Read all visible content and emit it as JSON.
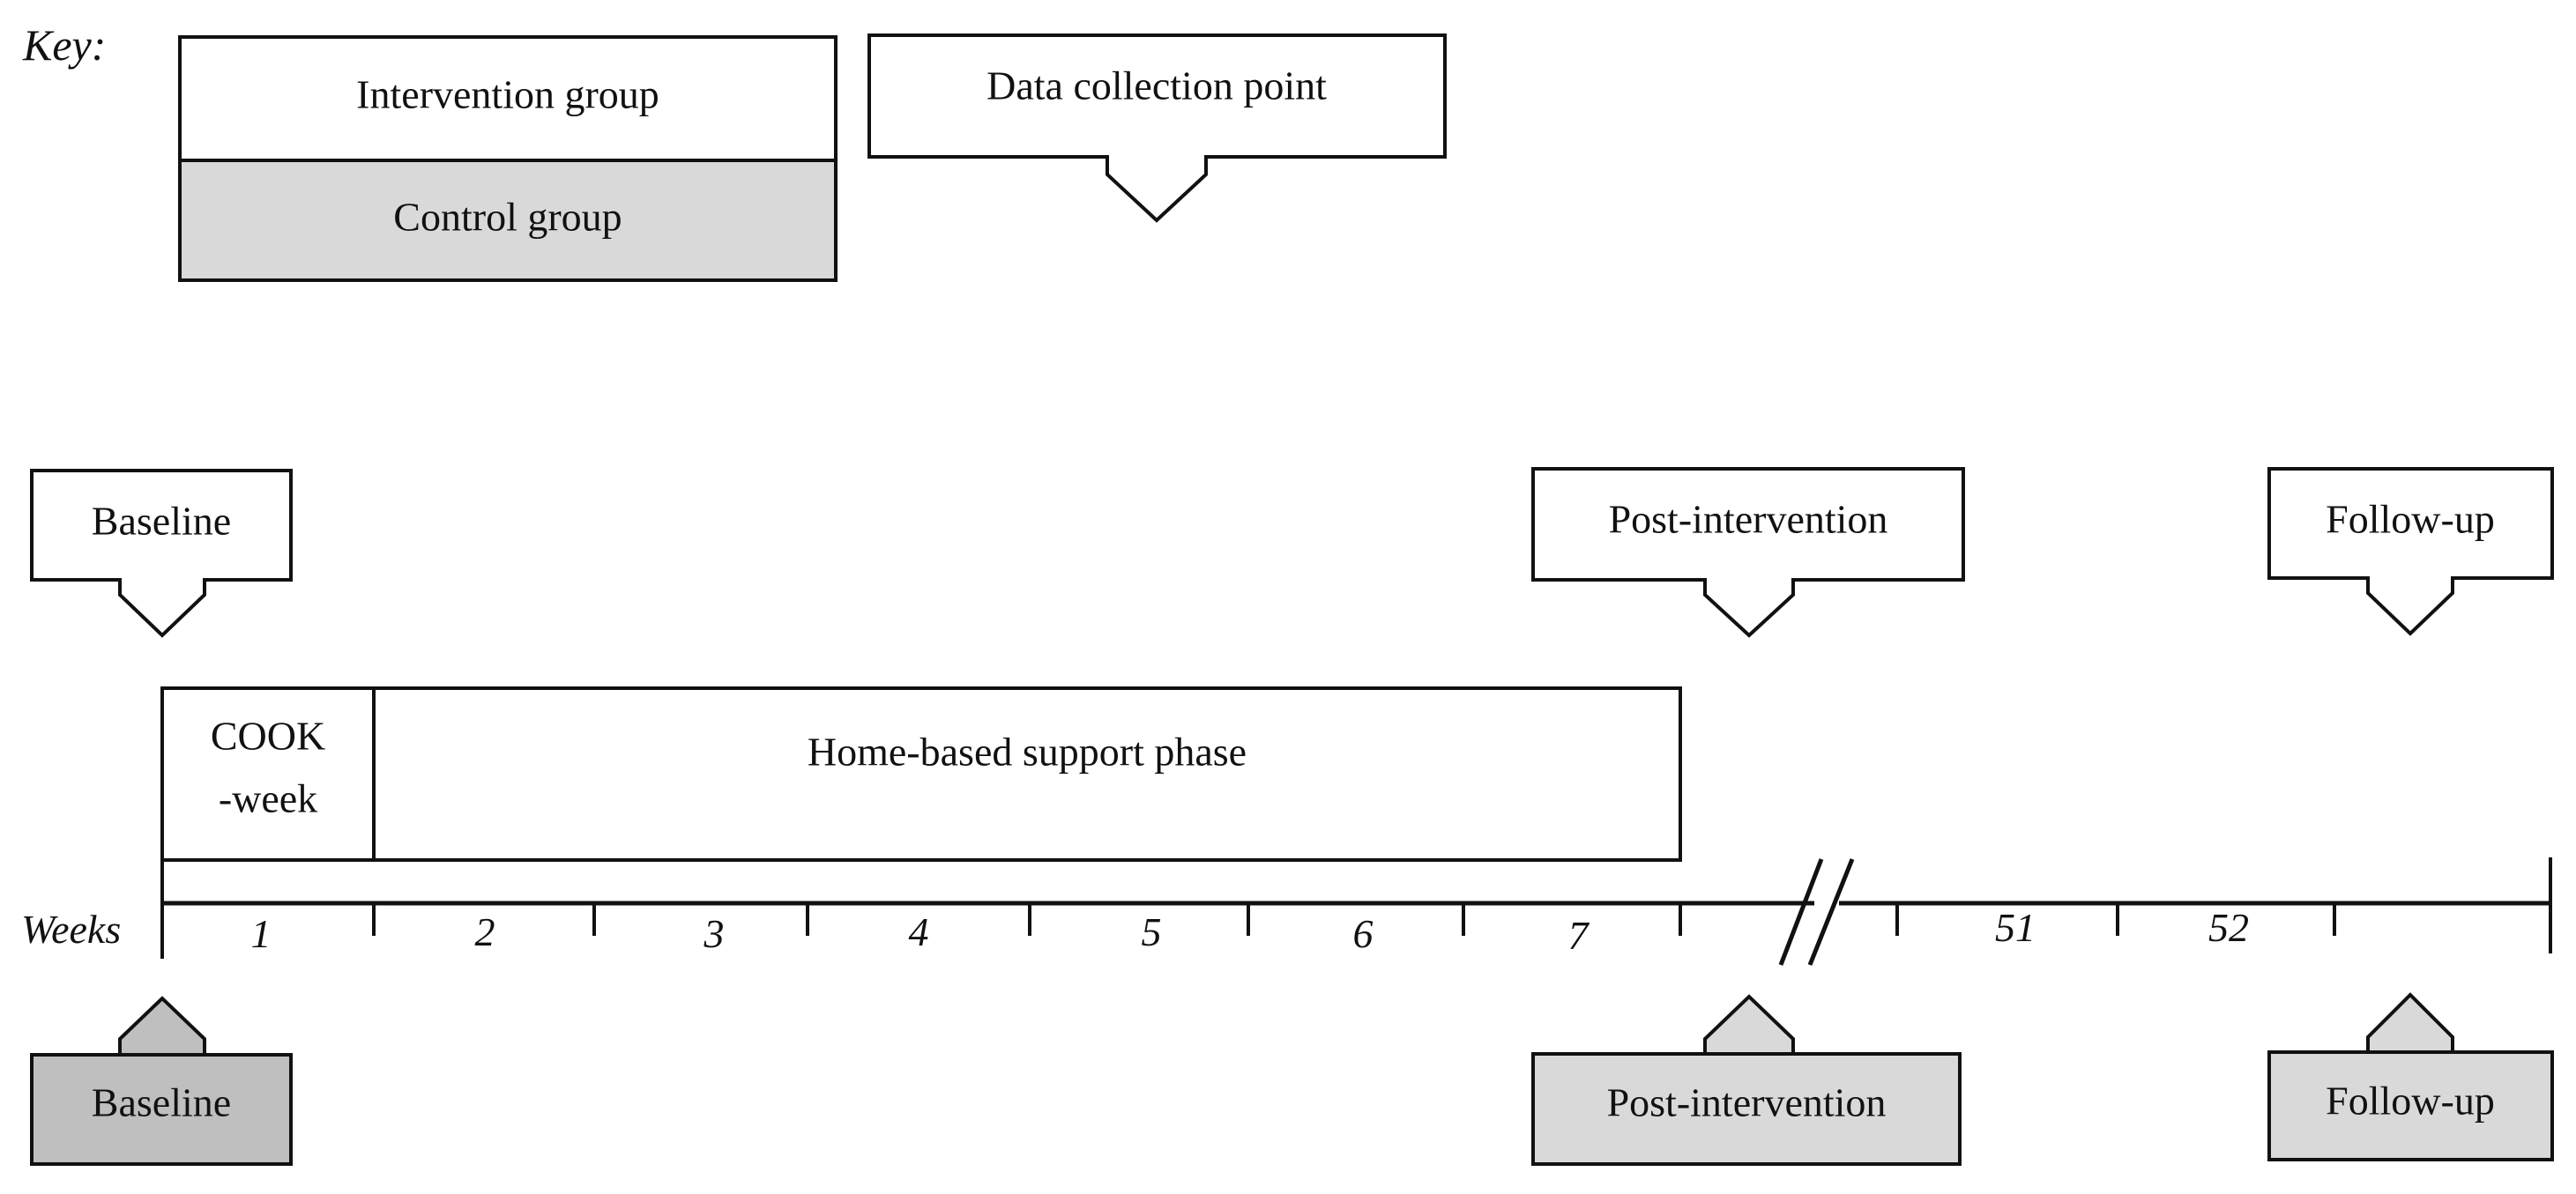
{
  "key": {
    "heading": "Key:",
    "intervention_label": "Intervention group",
    "control_label": "Control group",
    "data_point_label": "Data collection point"
  },
  "intervention_points": {
    "baseline": "Baseline",
    "post": "Post-intervention",
    "followup": "Follow-up"
  },
  "phases": {
    "cook_week_line1": "COOK",
    "cook_week_line2": "-week",
    "home_support": "Home-based support phase"
  },
  "timeline": {
    "axis_label": "Weeks",
    "weeks": [
      "1",
      "2",
      "3",
      "4",
      "5",
      "6",
      "7",
      "51",
      "52"
    ]
  },
  "control_points": {
    "baseline": "Baseline",
    "post": "Post-intervention",
    "followup": "Follow-up"
  },
  "colors": {
    "stroke": "#111111",
    "white": "#ffffff",
    "control_fill": "#d9d9d9",
    "baseline_control_fill": "#bfbfbf"
  }
}
